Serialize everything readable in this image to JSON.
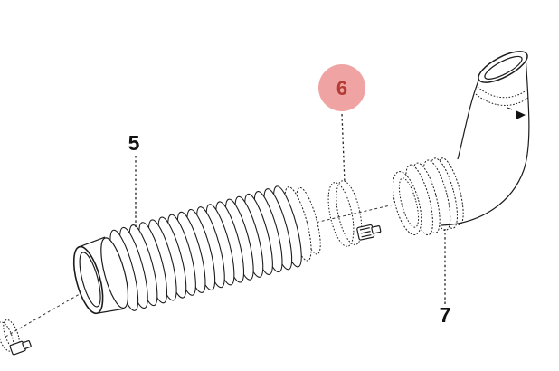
{
  "diagram": {
    "background": "#ffffff",
    "line_color": "#1c1c1c",
    "parts": [
      {
        "id": "5",
        "label": "5",
        "name": "corrugated-hose",
        "highlighted": false
      },
      {
        "id": "6",
        "label": "6",
        "name": "hose-clamp",
        "highlighted": true
      },
      {
        "id": "7",
        "label": "7",
        "name": "intake-elbow-pipe",
        "highlighted": false
      }
    ],
    "badge": {
      "fill": "#f0a3a3",
      "text_color": "#b23b36"
    }
  }
}
